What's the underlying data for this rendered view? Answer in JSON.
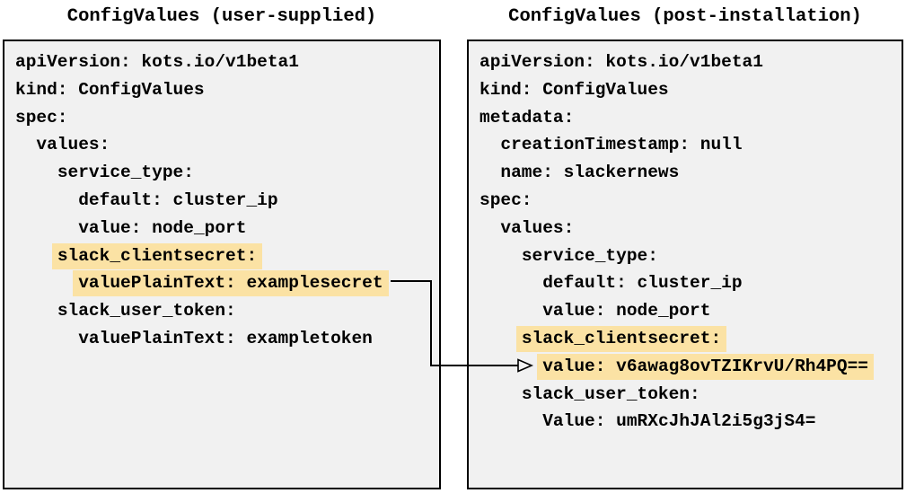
{
  "colors": {
    "highlight": "#fbe2a4",
    "panel_bg": "#f1f1f1",
    "panel_border": "#000000",
    "text": "#000000",
    "arrow": "#000000"
  },
  "panels": [
    {
      "id": "user-supplied",
      "title": "ConfigValues (user-supplied)",
      "lines": [
        {
          "indent": 0,
          "text": "apiVersion: kots.io/v1beta1",
          "highlight": false
        },
        {
          "indent": 0,
          "text": "kind: ConfigValues",
          "highlight": false
        },
        {
          "indent": 0,
          "text": "spec:",
          "highlight": false
        },
        {
          "indent": 2,
          "text": "values:",
          "highlight": false
        },
        {
          "indent": 4,
          "text": "service_type:",
          "highlight": false
        },
        {
          "indent": 6,
          "text": "default: cluster_ip",
          "highlight": false
        },
        {
          "indent": 6,
          "text": "value: node_port",
          "highlight": false
        },
        {
          "indent": 4,
          "text": "slack_clientsecret:",
          "highlight": true
        },
        {
          "indent": 6,
          "text": "valuePlainText: examplesecret",
          "highlight": true
        },
        {
          "indent": 4,
          "text": "slack_user_token:",
          "highlight": false
        },
        {
          "indent": 6,
          "text": "valuePlainText: exampletoken",
          "highlight": false
        }
      ]
    },
    {
      "id": "post-installation",
      "title": "ConfigValues (post-installation)",
      "lines": [
        {
          "indent": 0,
          "text": "apiVersion: kots.io/v1beta1",
          "highlight": false
        },
        {
          "indent": 0,
          "text": "kind: ConfigValues",
          "highlight": false
        },
        {
          "indent": 0,
          "text": "metadata:",
          "highlight": false
        },
        {
          "indent": 2,
          "text": "creationTimestamp: null",
          "highlight": false
        },
        {
          "indent": 2,
          "text": "name: slackernews",
          "highlight": false
        },
        {
          "indent": 0,
          "text": "spec:",
          "highlight": false
        },
        {
          "indent": 2,
          "text": "values:",
          "highlight": false
        },
        {
          "indent": 4,
          "text": "service_type:",
          "highlight": false
        },
        {
          "indent": 6,
          "text": "default: cluster_ip",
          "highlight": false
        },
        {
          "indent": 6,
          "text": "value: node_port",
          "highlight": false
        },
        {
          "indent": 4,
          "text": "slack_clientsecret:",
          "highlight": true
        },
        {
          "indent": 6,
          "text": "value: v6awag8ovTZIKrvU/Rh4PQ==",
          "highlight": true
        },
        {
          "indent": 4,
          "text": "slack_user_token:",
          "highlight": false
        },
        {
          "indent": 6,
          "text": "Value: umRXcJhJAl2i5g3jS4=",
          "highlight": false
        }
      ]
    }
  ],
  "arrow": {
    "from_text": "valuePlainText: examplesecret",
    "to_text": "value: v6awag8ovTZIKrvU/Rh4PQ=="
  }
}
